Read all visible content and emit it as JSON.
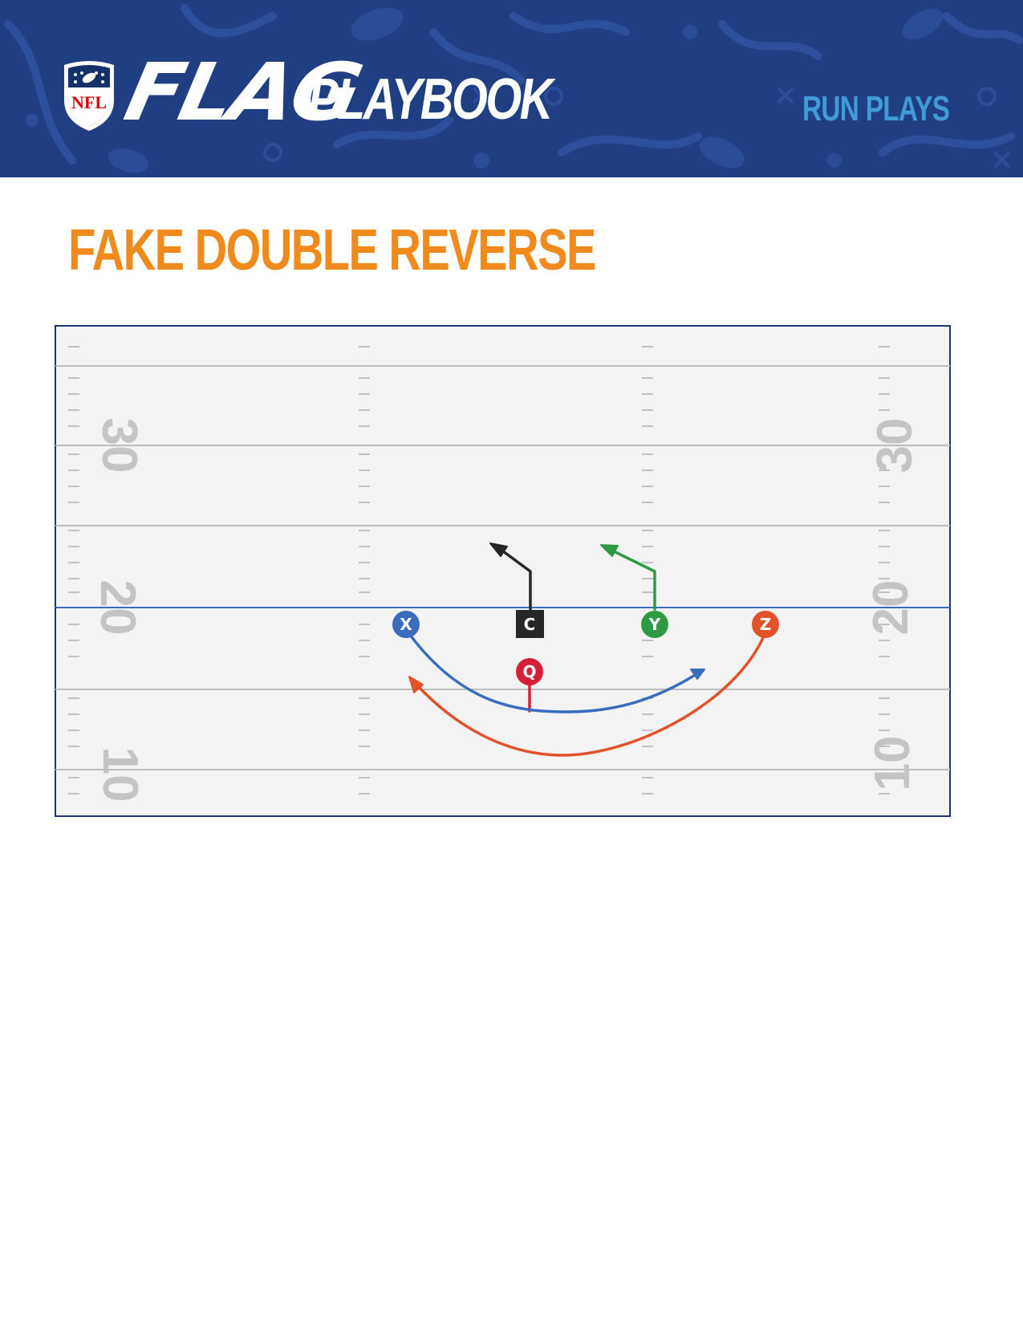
{
  "header": {
    "logo_text": "NFL",
    "flag_word": "FLAG",
    "playbook_word": "PLAYBOOK",
    "section": "RUN PLAYS"
  },
  "play": {
    "title": "FAKE DOUBLE REVERSE"
  },
  "field": {
    "yard_numbers": [
      "30",
      "20",
      "10"
    ],
    "players": [
      {
        "label": "X",
        "color": "#3a6cbe",
        "shape": "circle"
      },
      {
        "label": "C",
        "color": "#262626",
        "shape": "square"
      },
      {
        "label": "Y",
        "color": "#2e9a43",
        "shape": "circle"
      },
      {
        "label": "Z",
        "color": "#e2522a",
        "shape": "circle"
      },
      {
        "label": "Q",
        "color": "#d81f3a",
        "shape": "circle"
      }
    ],
    "colors": {
      "turf": "#f3f3f3",
      "border": "#1d3575",
      "yard_line": "#bdbdbd",
      "line_of_scrimmage": "#3a6cbe",
      "numbers": "#c4c4c4"
    }
  }
}
